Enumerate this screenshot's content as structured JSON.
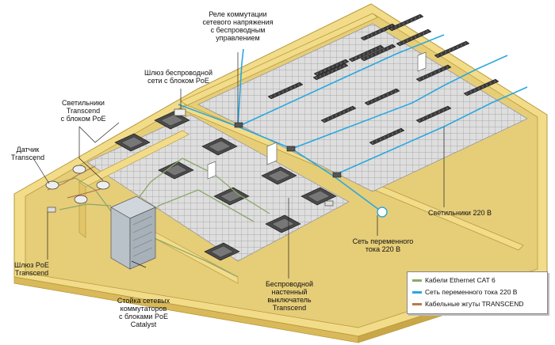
{
  "labels": {
    "relay": "Реле коммутации\nсетевого напряжения\nс беспроводным\nуправлением",
    "gateway_wireless": "Шлюз беспроводной\nсети с блоком PoE",
    "lights_poe": "Светильники\nTranscend\nс блоком PoE",
    "sensor": "Датчик\nTranscend",
    "gateway_poe": "Шлюз PoE\nTranscend",
    "switch_rack": "Стойка сетевых\nкоммутаторов\nс блоками PoE\nCatalyst",
    "wall_switch": "Беспроводной\nнастенный\nвыключатель\nTranscend",
    "ac_network": "Сеть переменного\nтока 220 В",
    "lights_220": "Светильники 220 В"
  },
  "legend": [
    {
      "label": "Кабели Ethernet CAT 6",
      "color": "#8da86b"
    },
    {
      "label": "Сеть переменного тока 220 В",
      "color": "#2aa8e0"
    },
    {
      "label": "Кабельные жгуты TRANSCEND",
      "color": "#b97a4a"
    }
  ],
  "colors": {
    "wall_top": "#f2dc8a",
    "wall_side": "#e2c56a",
    "floor": "#e9d27d",
    "tile": "#d8d8d8",
    "ac_line": "#2aa8e0",
    "ethernet": "#8da86b"
  }
}
